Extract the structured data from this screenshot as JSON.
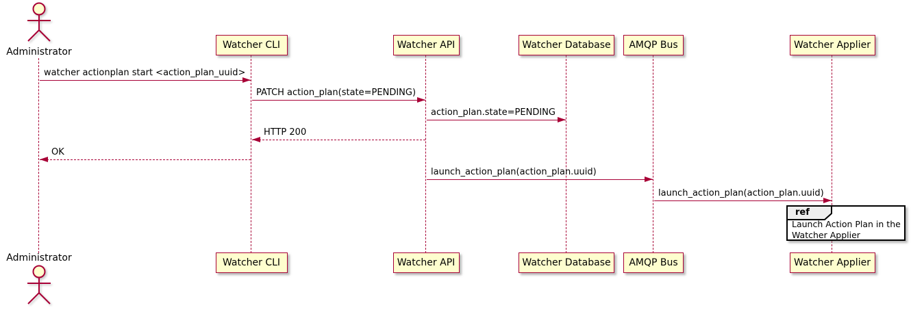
{
  "diagram": {
    "type": "sequence",
    "colors": {
      "line": "#A80036",
      "participant_fill": "#FEFECE",
      "ref_header_fill": "#EEEEEE",
      "ref_border": "#000000",
      "text": "#000000"
    },
    "participants": [
      {
        "id": "administrator",
        "kind": "actor",
        "label": "Administrator"
      },
      {
        "id": "watcher-cli",
        "kind": "box",
        "label": "Watcher CLI"
      },
      {
        "id": "watcher-api",
        "kind": "box",
        "label": "Watcher API"
      },
      {
        "id": "watcher-database",
        "kind": "box",
        "label": "Watcher Database"
      },
      {
        "id": "amqp-bus",
        "kind": "box",
        "label": "AMQP Bus"
      },
      {
        "id": "watcher-applier",
        "kind": "box",
        "label": "Watcher Applier"
      }
    ],
    "messages": [
      {
        "from": "administrator",
        "to": "watcher-cli",
        "style": "solid",
        "label": "watcher actionplan start <action_plan_uuid>"
      },
      {
        "from": "watcher-cli",
        "to": "watcher-api",
        "style": "solid",
        "label": "PATCH action_plan(state=PENDING)"
      },
      {
        "from": "watcher-api",
        "to": "watcher-database",
        "style": "solid",
        "label": "action_plan.state=PENDING"
      },
      {
        "from": "watcher-api",
        "to": "watcher-cli",
        "style": "dashed",
        "label": "HTTP 200"
      },
      {
        "from": "watcher-cli",
        "to": "administrator",
        "style": "dashed",
        "label": "OK"
      },
      {
        "from": "watcher-api",
        "to": "amqp-bus",
        "style": "solid",
        "label": "launch_action_plan(action_plan.uuid)"
      },
      {
        "from": "amqp-bus",
        "to": "watcher-applier",
        "style": "solid",
        "label": "launch_action_plan(action_plan.uuid)"
      }
    ],
    "ref": {
      "keyword": "ref",
      "over": "watcher-applier",
      "lines": [
        "Launch Action Plan in the",
        "Watcher Applier"
      ]
    }
  }
}
